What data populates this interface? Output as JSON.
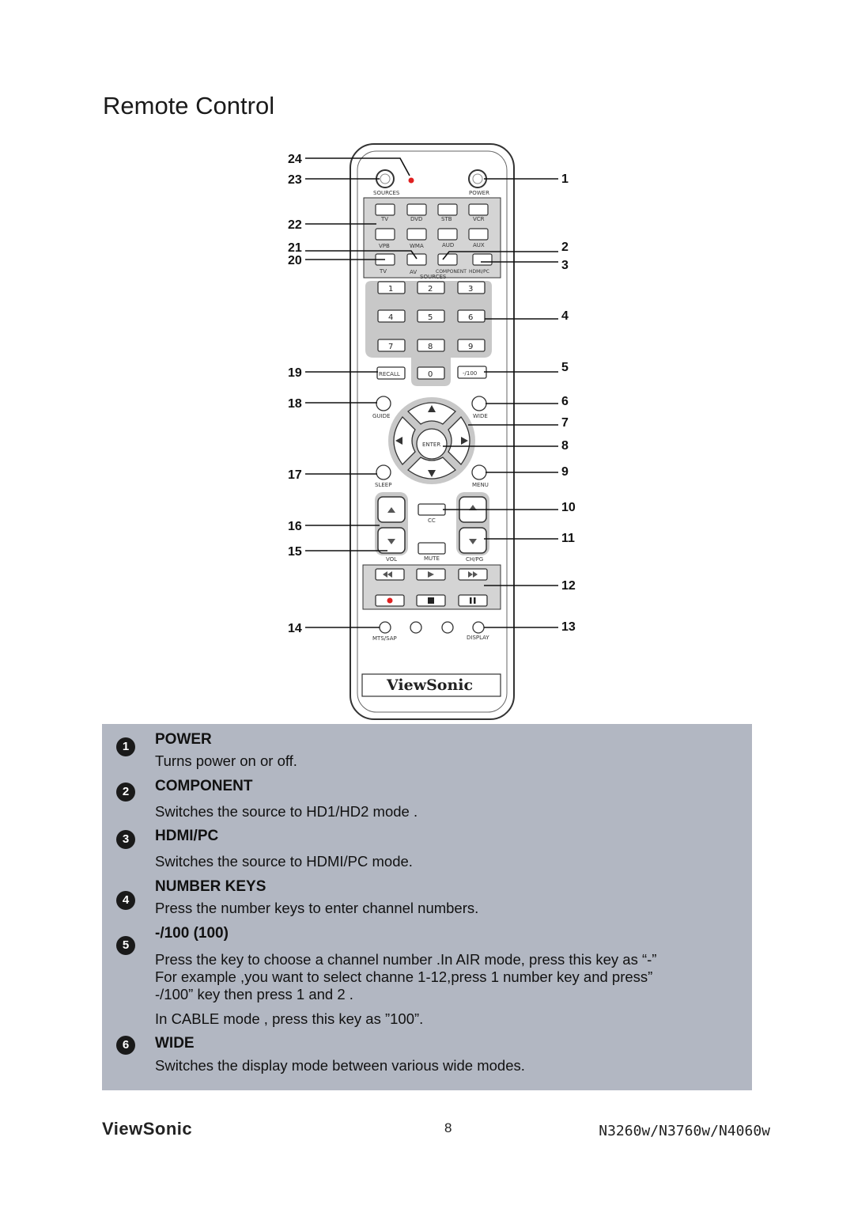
{
  "page": {
    "title": "Remote Control",
    "page_number": "8",
    "footer_brand": "ViewSonic",
    "model": "N3260w/N3760w/N4060w"
  },
  "remote": {
    "brand": "ViewSonic",
    "labels": {
      "sources": "SOURCES",
      "power": "POWER",
      "tv": "TV",
      "dvd": "DVD",
      "stb": "STB",
      "vcr": "VCR",
      "vpb": "VPB",
      "wma": "WMA",
      "aud": "AUD",
      "aux": "AUX",
      "tv2": "TV",
      "av": "AV",
      "component": "COMPONENT",
      "hdmipc": "HDMI/PC",
      "sources2": "SOURCES",
      "recall": "RECALL",
      "dash100": "-/100",
      "guide": "GUIDE",
      "wide": "WIDE",
      "enter": "ENTER",
      "sleep": "SLEEP",
      "menu": "MENU",
      "cc": "CC",
      "vol": "VOL",
      "mute": "MUTE",
      "chpg": "CH/PG",
      "mts": "MTS/SAP",
      "display": "DISPLAY"
    },
    "digits": [
      "1",
      "2",
      "3",
      "4",
      "5",
      "6",
      "7",
      "8",
      "9",
      "0"
    ],
    "callouts_left": [
      "24",
      "23",
      "22",
      "21",
      "20",
      "19",
      "18",
      "17",
      "16",
      "15",
      "14"
    ],
    "callouts_right": [
      "1",
      "2",
      "3",
      "4",
      "5",
      "6",
      "7",
      "8",
      "9",
      "10",
      "11",
      "12",
      "13"
    ],
    "colors": {
      "record": "#e02020",
      "led": "#e02020",
      "panel": "#c8c8c8"
    }
  },
  "items": [
    {
      "num": "1",
      "title": "POWER",
      "lines": [
        "Turns power on or off."
      ]
    },
    {
      "num": "2",
      "title": "COMPONENT",
      "lines": [
        "Switches the source to HD1/HD2 mode   ."
      ]
    },
    {
      "num": "3",
      "title": "HDMI/PC",
      "lines": [
        "Switches the source to HDMI/PC mode."
      ]
    },
    {
      "num": "4",
      "title": "NUMBER KEYS",
      "lines": [
        "Press the number keys to enter channel numbers."
      ]
    },
    {
      "num": "5",
      "title": "-/100 (100)",
      "lines": [
        "Press the key to choose a channel number .In AIR mode, press this key as “-”",
        "For example ,you want to select channe 1-12,press 1 number key and  press”",
        "-/100” key then press 1 and 2 .",
        "In CABLE mode , press this key as ”100”."
      ]
    },
    {
      "num": "6",
      "title": "WIDE",
      "lines": [
        "Switches the display mode between various wide modes."
      ]
    }
  ],
  "colors": {
    "description_background": "#b2b7c2",
    "badge": "#1a1a1a"
  }
}
